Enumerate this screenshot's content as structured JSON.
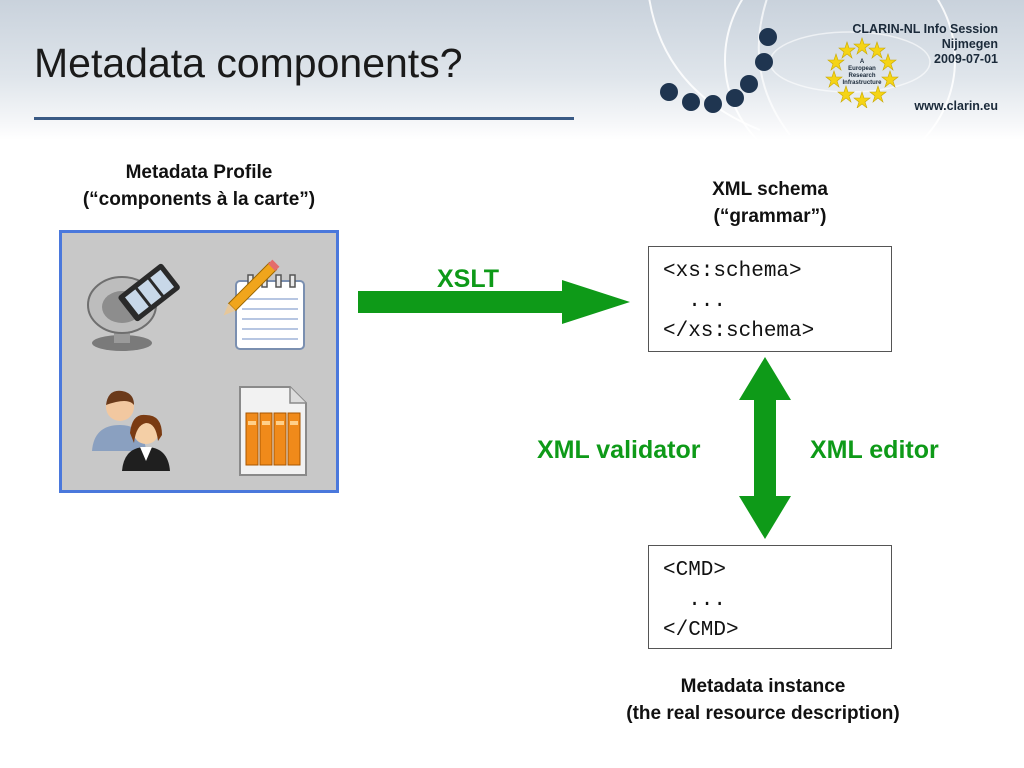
{
  "slide": {
    "title": "Metadata components?",
    "info_line1": "CLARIN-NL Info Session",
    "info_line2": "Nijmegen",
    "info_line3": "2009-07-01",
    "website": "www.clarin.eu",
    "logo_text": [
      "A",
      "European",
      "Research",
      "Infrastructure"
    ]
  },
  "profile": {
    "title": "Metadata Profile",
    "subtitle": "(“components à la carte”)",
    "icons": [
      "speaker-film-icon",
      "notepad-pencil-icon",
      "people-icon",
      "archive-document-icon"
    ]
  },
  "xslt_label": "XSLT",
  "schema": {
    "title": "XML schema",
    "subtitle": "(“grammar”)",
    "code": "<xs:schema>\n  ...\n</xs:schema>"
  },
  "validator_label": "XML validator",
  "editor_label": "XML editor",
  "instance": {
    "code": "<CMD>\n  ...\n</CMD>",
    "title": "Metadata instance",
    "subtitle": "(the real resource description)"
  },
  "colors": {
    "accent_green": "#0e9a18",
    "box_border": "#4a78dc",
    "title_rule": "#3a5a85"
  }
}
